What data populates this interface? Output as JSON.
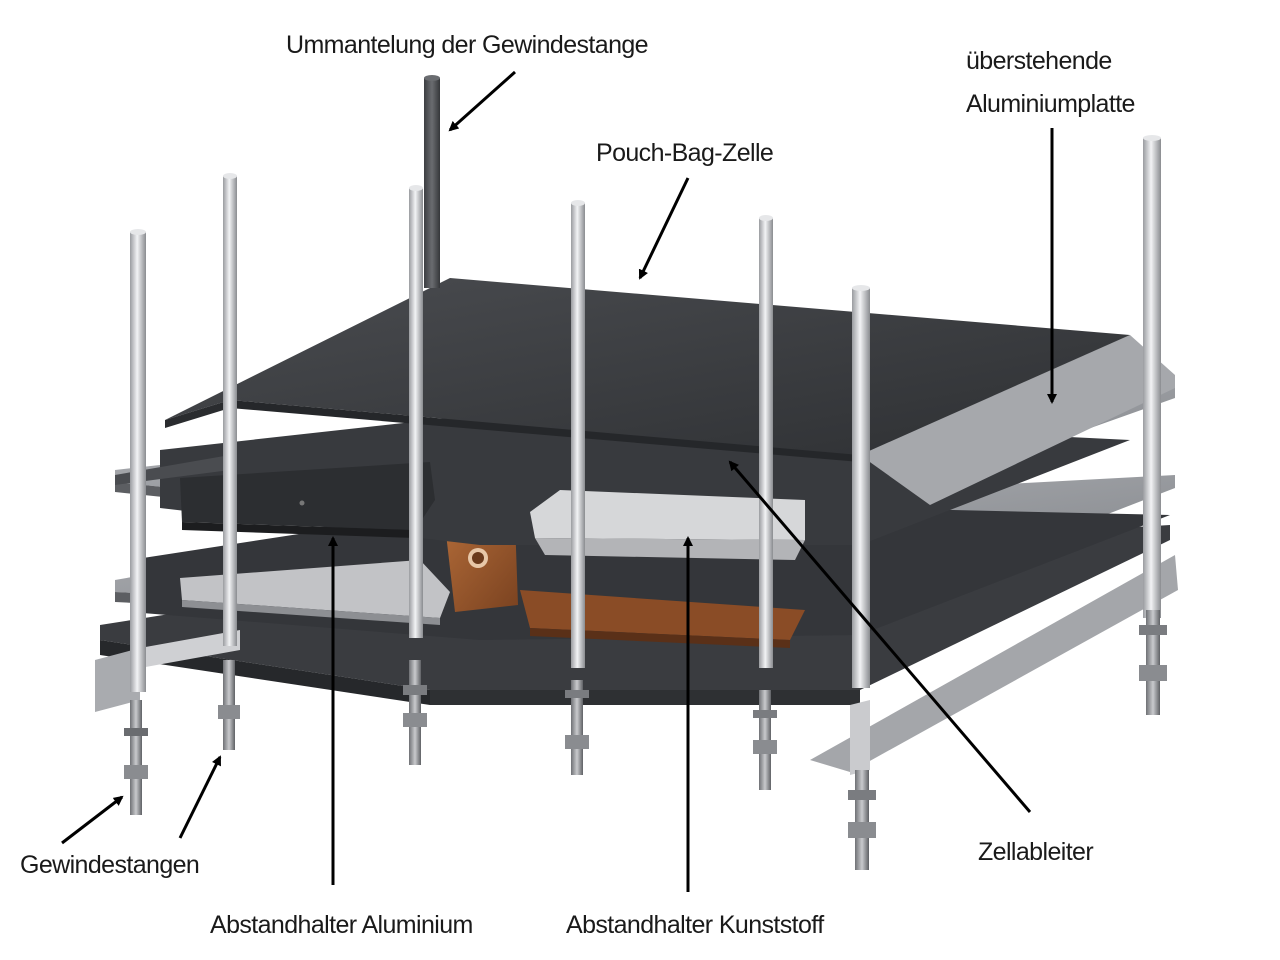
{
  "labels": {
    "rod_sheath": "Ummantelung der Gewindestange",
    "protruding_plate_line1": "überstehende",
    "protruding_plate_line2": "Aluminiumplatte",
    "pouch_cell": "Pouch-Bag-Zelle",
    "threaded_rods": "Gewindestangen",
    "spacer_aluminium": "Abstandhalter Aluminium",
    "spacer_plastic": "Abstandhalter Kunststoff",
    "cell_tab": "Zellableiter"
  },
  "colors": {
    "cell_dark": "#3e4044",
    "plate_grey": "#8c8f94",
    "spacer_dark": "#2f3134",
    "spacer_light": "#cfd0d2",
    "copper_tab": "#9a5a2f",
    "rod": "#dcdde0",
    "arrow": "#000000"
  }
}
